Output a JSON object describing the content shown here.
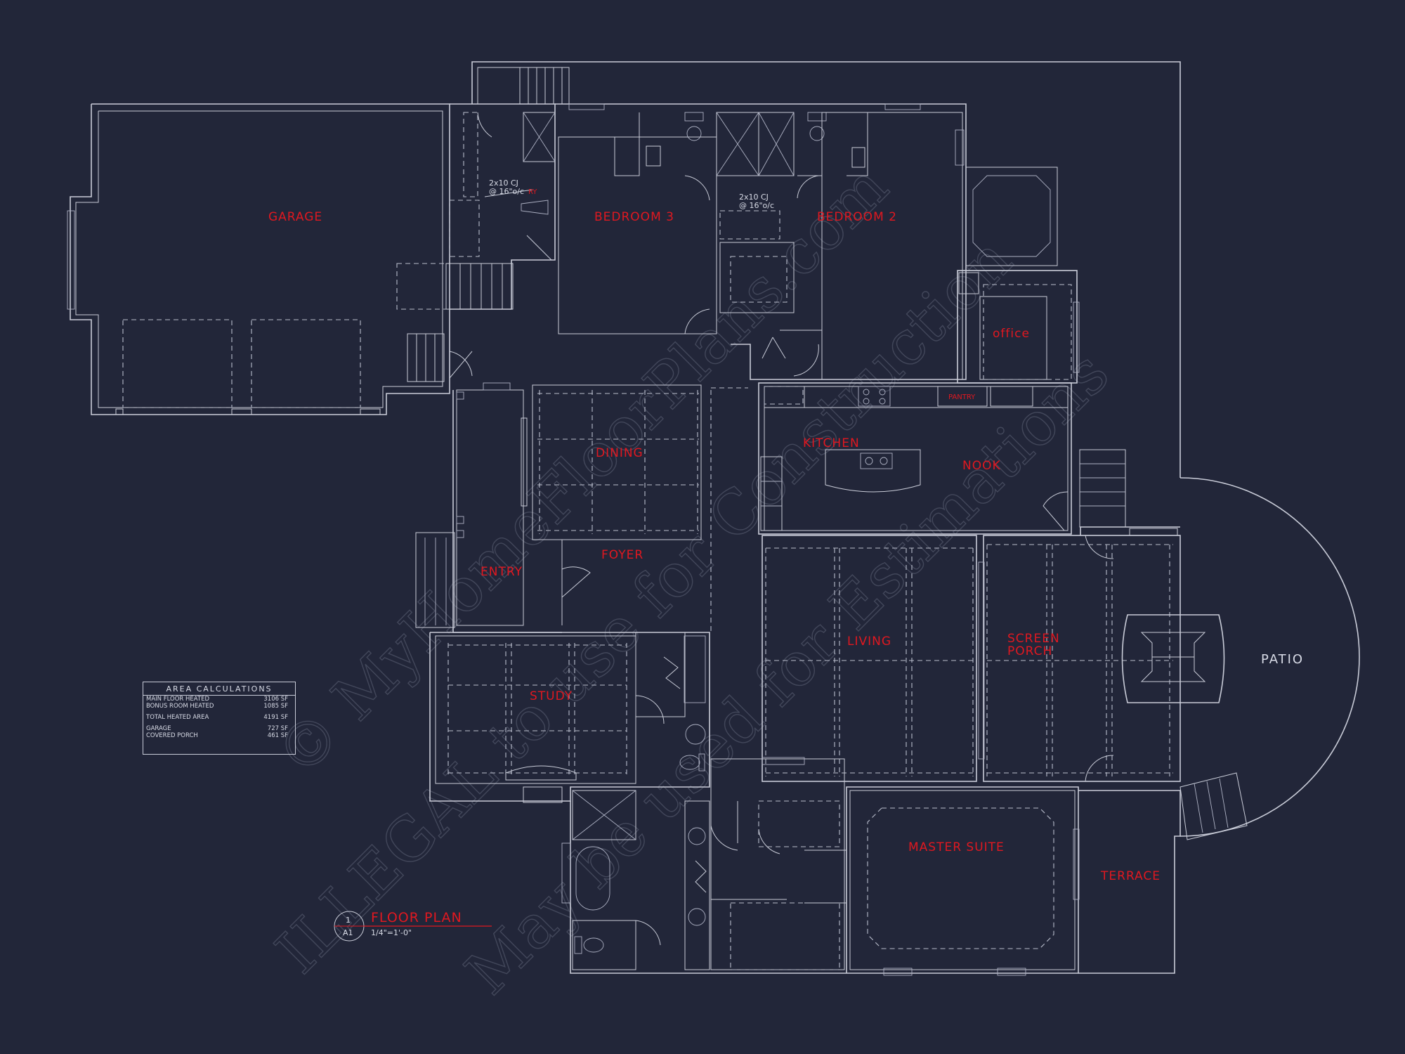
{
  "rooms": {
    "garage": "GARAGE",
    "bedroom3": "BEDROOM 3",
    "bedroom2": "BEDROOM 2",
    "office": "office",
    "pantry": "PANTRY",
    "kitchen": "KITCHEN",
    "nook": "NOOK",
    "dining": "DINING",
    "foyer": "FOYER",
    "entry": "ENTRY",
    "living": "LIVING",
    "screen_porch_line1": "SCREEN",
    "screen_porch_line2": "PORCH",
    "patio": "PATIO",
    "study": "STUDY",
    "master_suite": "MASTER SUITE",
    "terrace": "TERRACE",
    "laundry_partial": "RY"
  },
  "notes": {
    "cj1_line1": "2x10 CJ",
    "cj1_line2": "@ 16\"o/c",
    "cj2_line1": "2x10 CJ",
    "cj2_line2": "@ 16\"o/c"
  },
  "area_calculations": {
    "title": "AREA CALCULATIONS",
    "rows": [
      {
        "label": "MAIN FLOOR HEATED",
        "value": "3106 SF"
      },
      {
        "label": "BONUS ROOM HEATED",
        "value": "1085 SF"
      },
      {
        "label": "TOTAL HEATED AREA",
        "value": "4191 SF"
      },
      {
        "label": "GARAGE",
        "value": "727 SF"
      },
      {
        "label": "COVERED PORCH",
        "value": "461 SF"
      }
    ]
  },
  "title_block": {
    "detail_number": "1",
    "sheet": "A1",
    "title": "FLOOR PLAN",
    "scale": "1/4\"=1'-0\""
  },
  "watermark": {
    "line1": "© MyHomeFloorPlans.com",
    "line2": "ILLEGAL to use for Construction",
    "line3": "May be used for Estimations"
  },
  "colors": {
    "background": "#222639",
    "linework": "#c9ccd8",
    "room_label": "#e01820"
  }
}
